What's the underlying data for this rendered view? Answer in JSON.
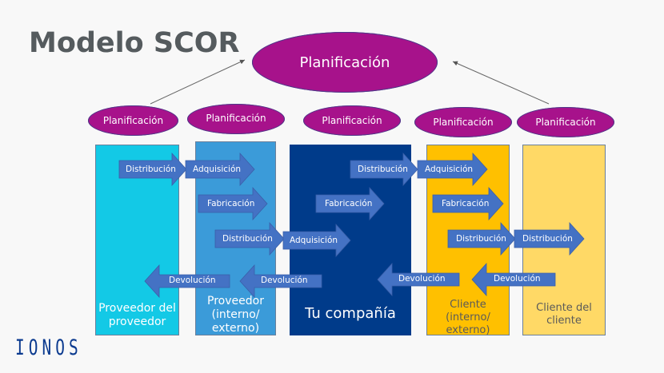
{
  "title": "Modelo SCOR",
  "logo": "IONOS",
  "colors": {
    "background": "#f8f8f8",
    "planning": "#a7128b",
    "arrow": "#4472c4",
    "col1": "#13c9e6",
    "col2": "#3b9bd9",
    "col3": "#003b8a",
    "col4": "#ffc000",
    "col5": "#ffd966"
  },
  "top_planning": "Planificación",
  "planning_nodes": [
    "Planificación",
    "Planificación",
    "Planificación",
    "Planificación",
    "Planificación"
  ],
  "columns": [
    {
      "label_lines": [
        "Proveedor del",
        "proveedor"
      ]
    },
    {
      "label_lines": [
        "Proveedor",
        "(interno/",
        "externo)"
      ]
    },
    {
      "label_lines": [
        "Tu compañía"
      ]
    },
    {
      "label_lines": [
        "Cliente",
        "(interno/",
        "externo)"
      ]
    },
    {
      "label_lines": [
        "Cliente del",
        "cliente"
      ]
    }
  ],
  "arrows": {
    "forward": [
      "Distribución",
      "Adquisición",
      "Fabricación",
      "Distribución",
      "Adquisición",
      "Fabricación",
      "Distribución",
      "Adquisición",
      "Fabricación",
      "Distribución",
      "Distribución"
    ],
    "returns": [
      "Devolución",
      "Devolución",
      "Devolución",
      "Devolución"
    ]
  }
}
